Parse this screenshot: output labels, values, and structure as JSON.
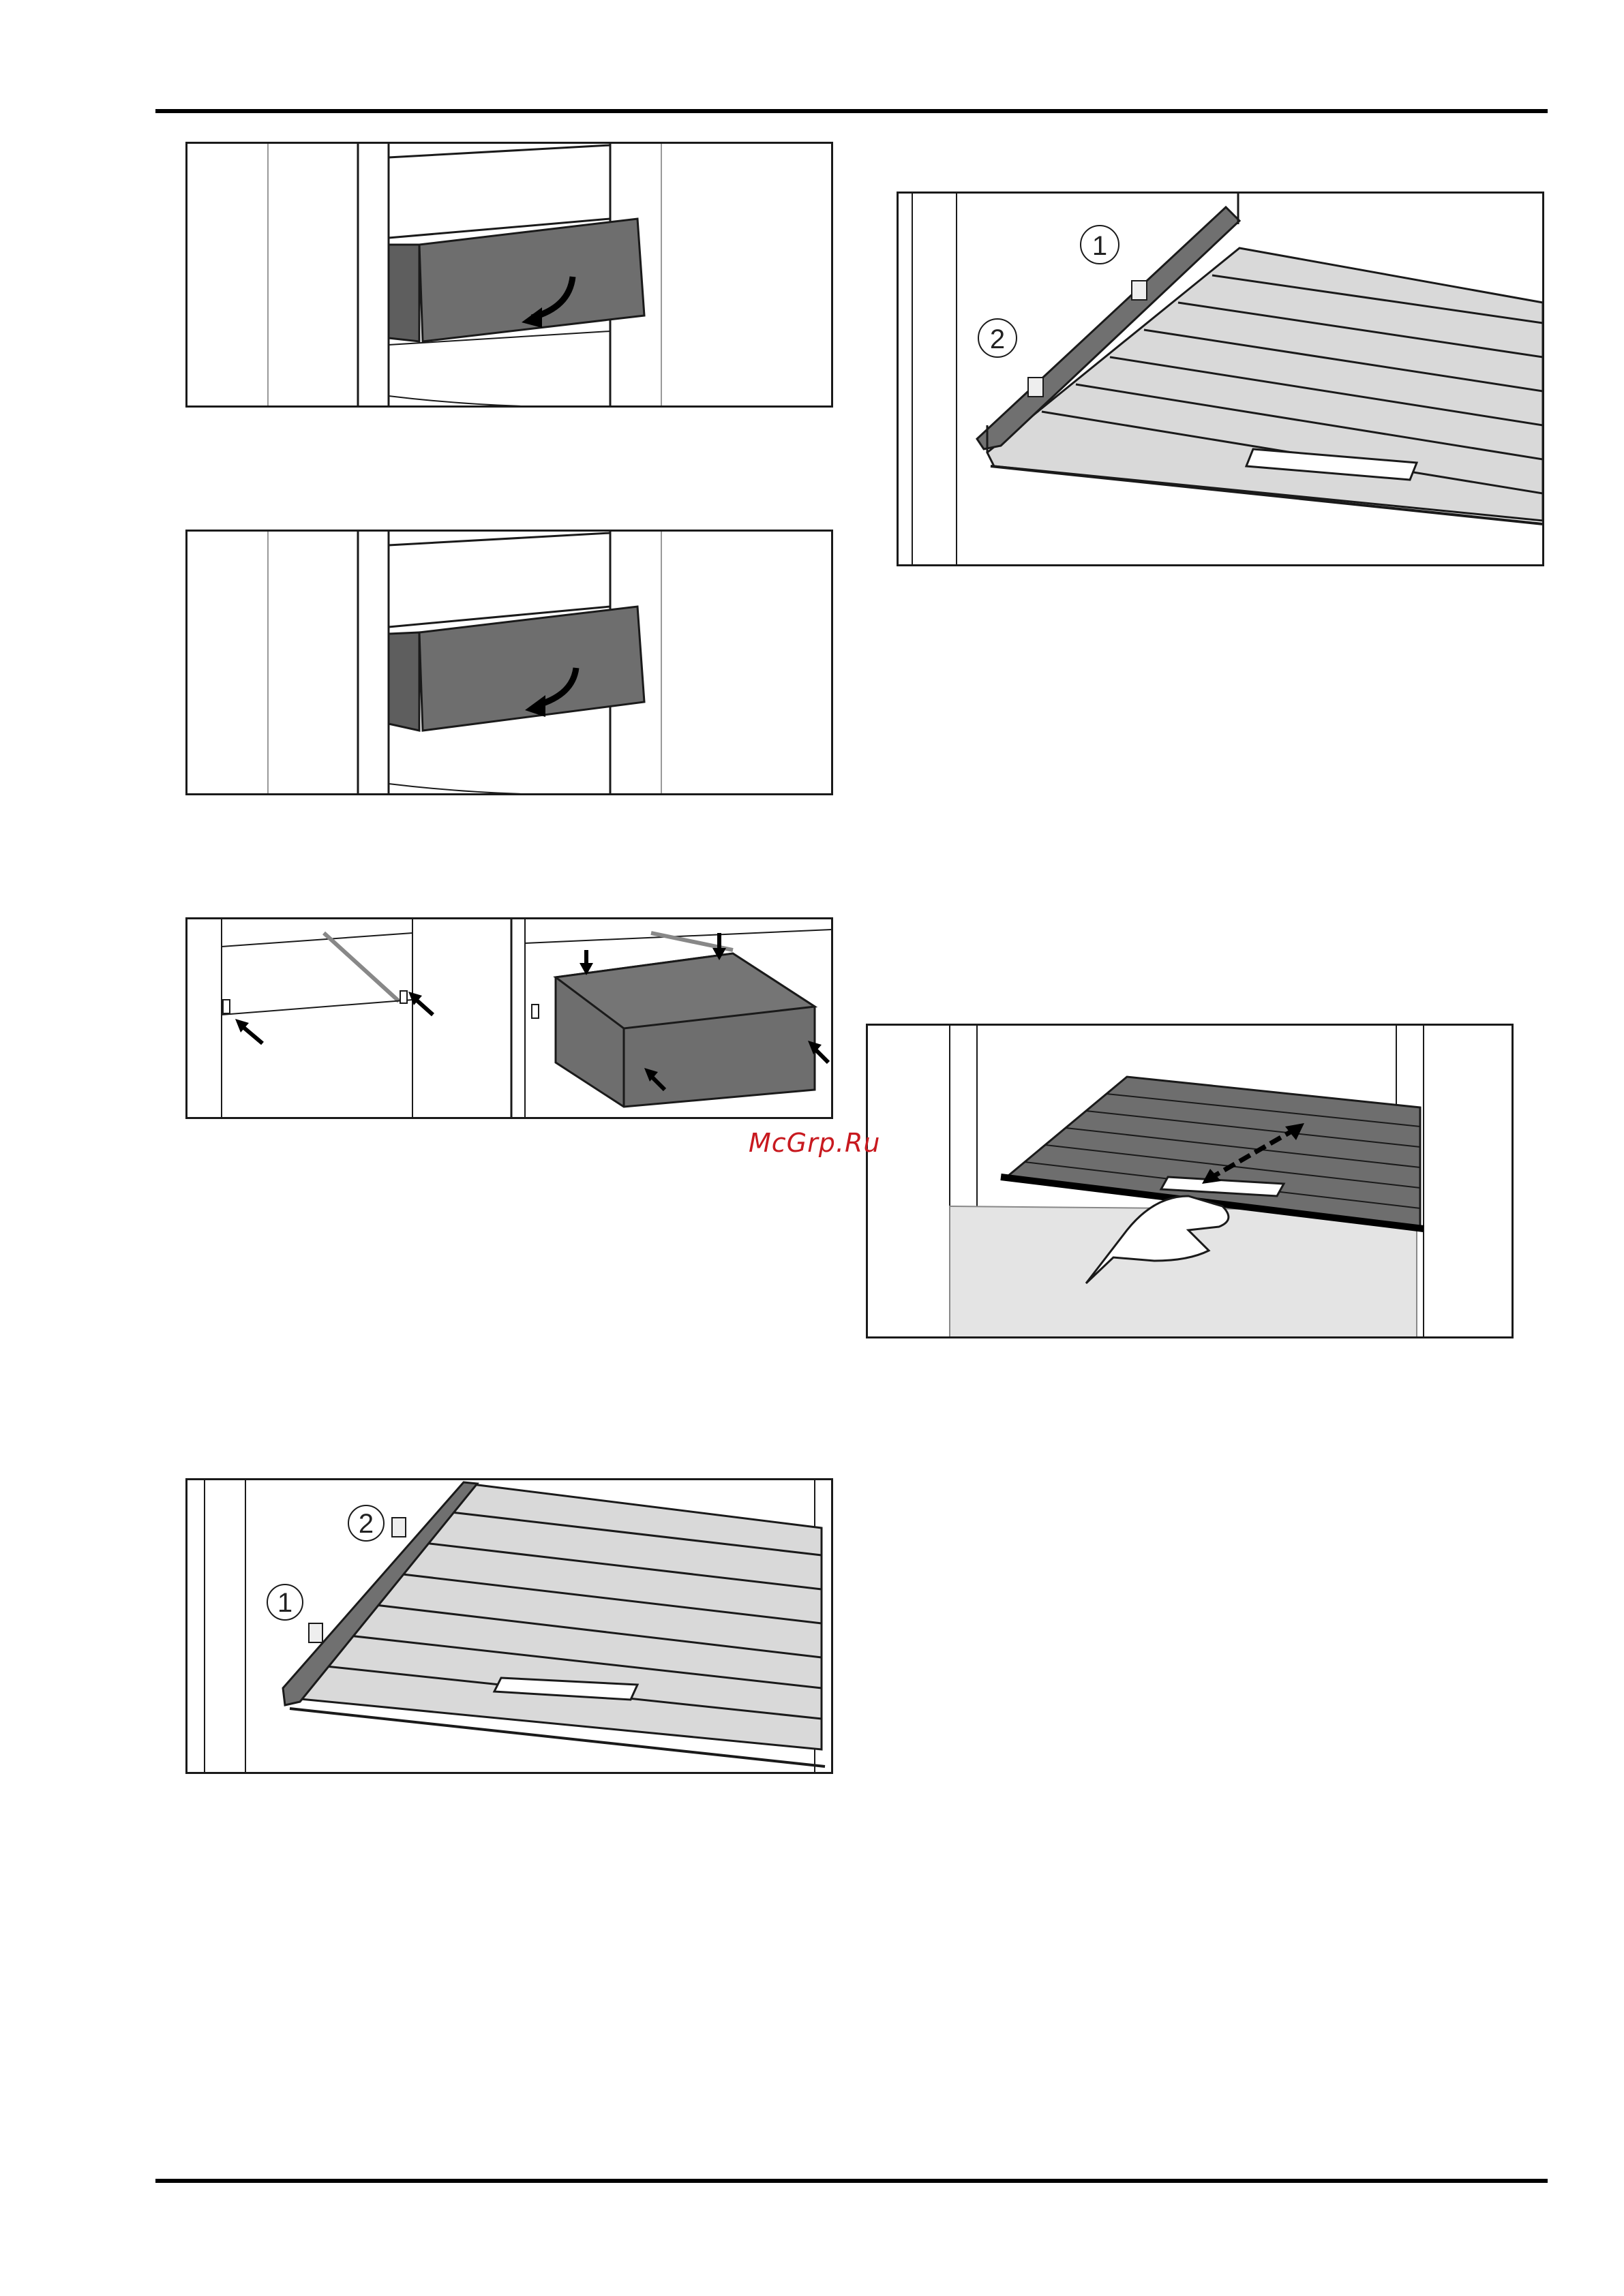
{
  "watermark": "McGrp.Ru",
  "colors": {
    "rule": "#000000",
    "drawer_fill": "#6e6e6e",
    "shelf_fill": "#d9d9d9",
    "trim_fill": "#707070",
    "outline": "#1a1a1a",
    "watermark": "#c8191f"
  },
  "figures": [
    {
      "id": "fig-drawer-remove-1",
      "callouts": []
    },
    {
      "id": "fig-drawer-remove-2",
      "callouts": []
    },
    {
      "id": "fig-drawer-insert",
      "callouts": []
    },
    {
      "id": "fig-shelf-left",
      "callouts": [
        "2",
        "1"
      ]
    },
    {
      "id": "fig-shelf-right",
      "callouts": [
        "1",
        "2"
      ]
    },
    {
      "id": "fig-shelf-slide",
      "callouts": []
    }
  ]
}
